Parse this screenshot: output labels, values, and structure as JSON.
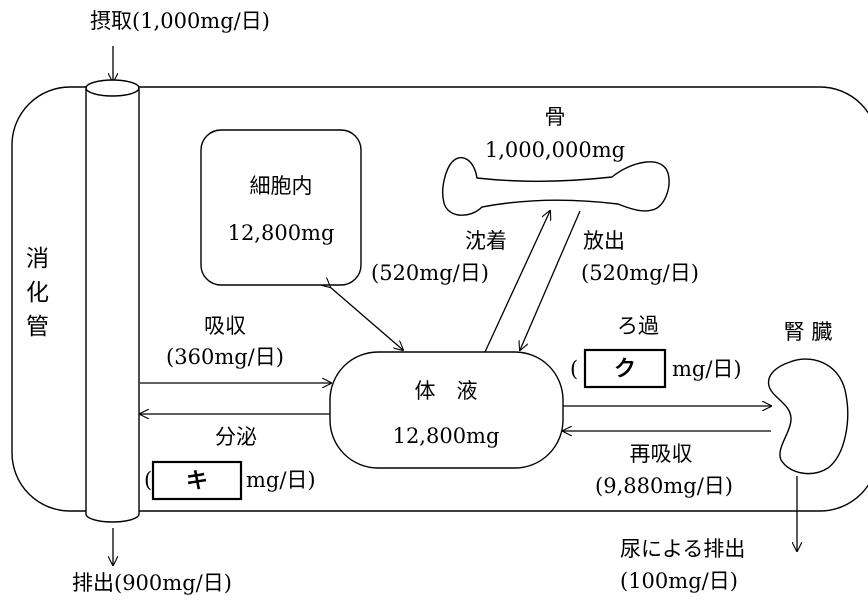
{
  "intake": {
    "label": "摂取(1,000mg/日)"
  },
  "excretion_gut": {
    "label": "排出(900mg/日)"
  },
  "digestive_tract": {
    "chars": [
      "消",
      "化",
      "管"
    ]
  },
  "intracellular": {
    "name": "細胞内",
    "amount": "12,800mg"
  },
  "bone": {
    "name": "骨",
    "amount": "1,000,000mg"
  },
  "body_fluid": {
    "name": "体　液",
    "amount": "12,800mg"
  },
  "kidney": {
    "name": "腎 臓"
  },
  "flows": {
    "absorption": {
      "label": "吸収",
      "rate": "(360mg/日)"
    },
    "secretion": {
      "label": "分泌",
      "open": "(",
      "blank": "キ",
      "unit": "mg/日)"
    },
    "deposition": {
      "label": "沈着",
      "rate": "(520mg/日)"
    },
    "release": {
      "label": "放出",
      "rate": "(520mg/日)"
    },
    "filtration": {
      "label": "ろ過",
      "open": "(",
      "blank": "ク",
      "unit": "mg/日)"
    },
    "reabsorption": {
      "label": "再吸収",
      "rate": "(9,880mg/日)"
    },
    "urine": {
      "label": "尿による排出",
      "rate": "(100mg/日)"
    }
  },
  "colors": {
    "stroke": "#000000",
    "background": "#ffffff"
  }
}
